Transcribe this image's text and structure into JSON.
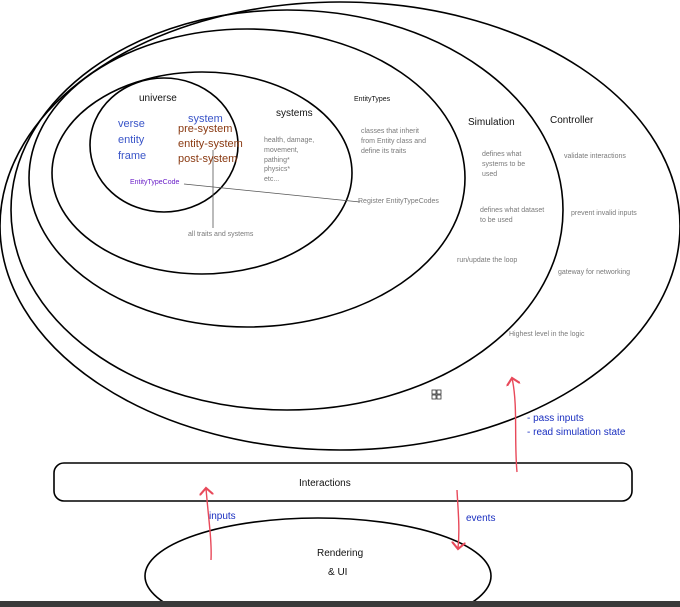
{
  "universe": {
    "title": "universe",
    "verse": "verse",
    "entity": "entity",
    "frame": "frame",
    "system": "system",
    "pre_system": "pre-system",
    "entity_system": "entity-system",
    "post_system": "post-system",
    "entity_type_code": "EntityTypeCode"
  },
  "systems": {
    "title": "systems",
    "lines": [
      "health, damage,",
      "movement,",
      "pathing*",
      "physics*",
      "etc..."
    ],
    "all_traits": "all traits and systems"
  },
  "entity_types": {
    "title": "EntityTypes",
    "lines": [
      "classes that inherit",
      "from Entity class and",
      "define its traits"
    ],
    "register": "Register EntityTypeCodes"
  },
  "simulation": {
    "title": "Simulation",
    "defines_systems": [
      "defines what",
      "systems to be",
      "used"
    ],
    "defines_dataset": [
      "defines what dataset",
      "to be used"
    ],
    "run_loop": "run/update the loop"
  },
  "controller": {
    "title": "Controller",
    "validate": "validate interactions",
    "prevent": "prevent invalid inputs",
    "gateway": "gateway for networking",
    "highest": "Highest level in the logic"
  },
  "arrows": {
    "pass_inputs": "- pass inputs",
    "read_state": "- read simulation state",
    "inputs": "inputs",
    "events": "events"
  },
  "interactions": {
    "title": "Interactions"
  },
  "rendering": {
    "line1": "Rendering",
    "line2": "& UI"
  },
  "colors": {
    "stroke": "#000000",
    "arrow": "#e8495a",
    "blue_text": "#3a55c8",
    "brown_text": "#8a3a12",
    "purple_text": "#6a1fc8",
    "navy_text": "#1a2fc0",
    "gray_text": "#7a7a7a"
  }
}
